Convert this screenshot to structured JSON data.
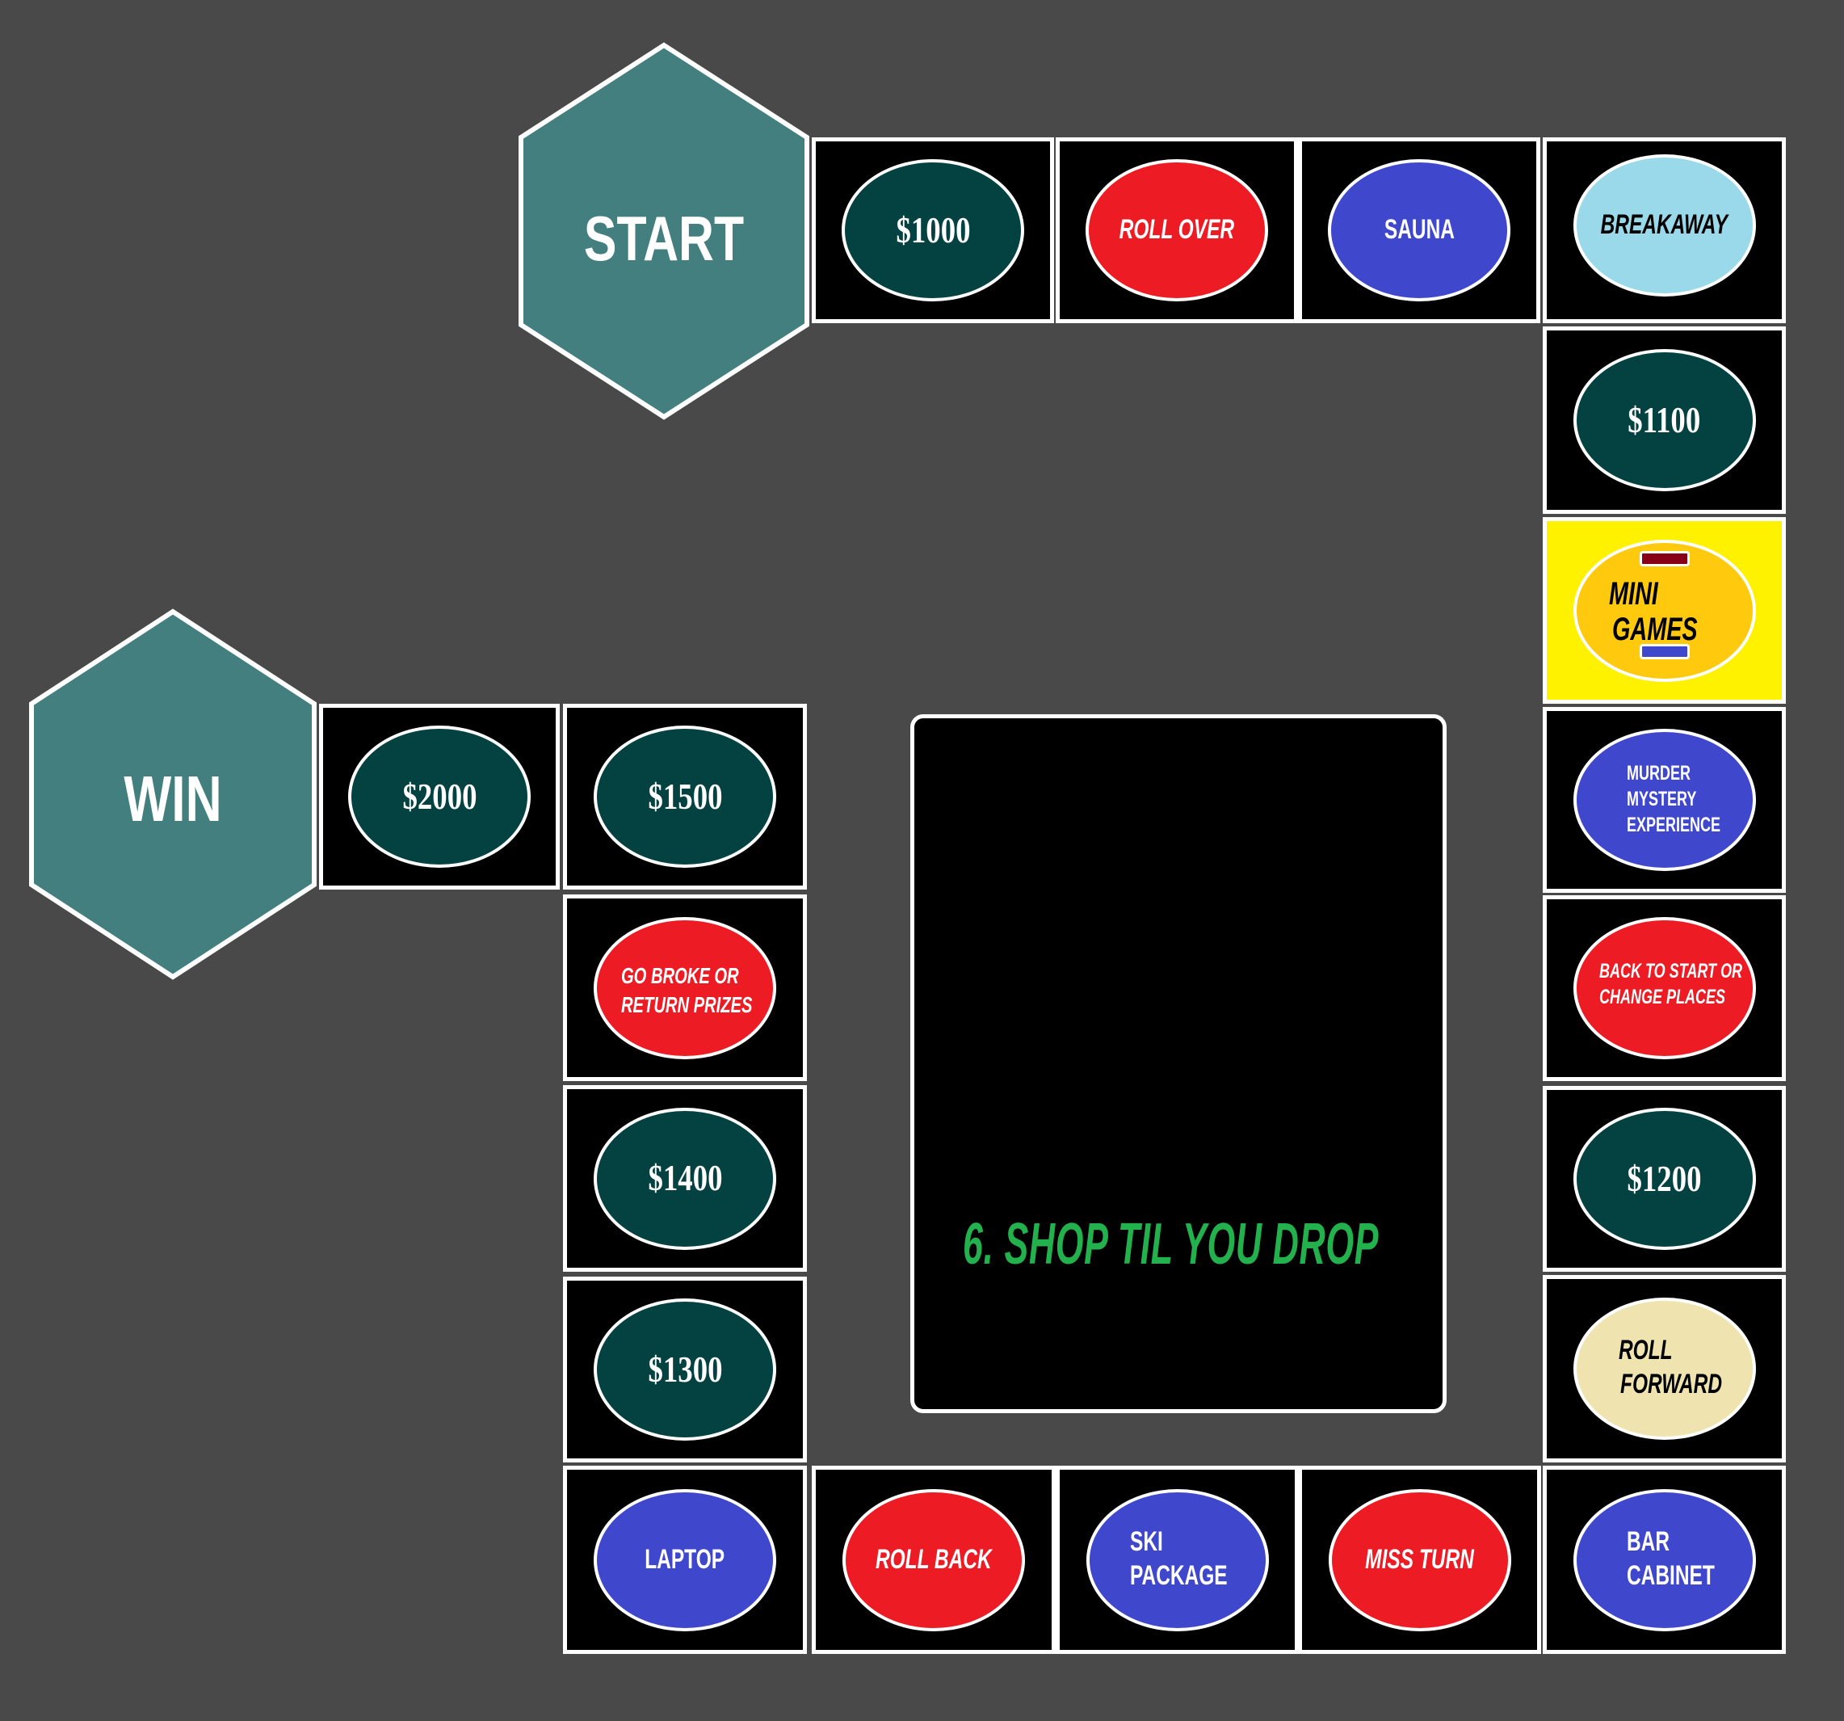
{
  "board": {
    "background": "#494949",
    "start": {
      "label": "START",
      "color": "#437f7e"
    },
    "win": {
      "label": "WIN",
      "color": "#437f7e"
    },
    "center_panel": {
      "title": "6. SHOP TIL YOU DROP",
      "title_color": "#22b14c"
    },
    "spaces": [
      {
        "id": "s1",
        "label": "$1000",
        "type": "money",
        "color": "#044242"
      },
      {
        "id": "s2",
        "label": "ROLL OVER",
        "type": "action",
        "color": "#ed1c24"
      },
      {
        "id": "s3",
        "label": "SAUNA",
        "type": "prize",
        "color": "#3f48cc"
      },
      {
        "id": "s4",
        "label": "BREAKAWAY",
        "type": "special",
        "color": "#99d9ea"
      },
      {
        "id": "s5",
        "label": "$1100",
        "type": "money",
        "color": "#044242"
      },
      {
        "id": "s6",
        "line1": "MINI",
        "line2": "GAMES",
        "type": "mini-games",
        "color": "#ffc90e",
        "tile_color": "#fff200",
        "pill_top_color": "#880015",
        "pill_bottom_color": "#3f48cc"
      },
      {
        "id": "s7",
        "line1": "MURDER",
        "line2": "MYSTERY",
        "line3": "EXPERIENCE",
        "type": "prize",
        "color": "#3f48cc"
      },
      {
        "id": "s8",
        "line1": "BACK TO START OR",
        "line2": "CHANGE PLACES",
        "type": "action",
        "color": "#ed1c24"
      },
      {
        "id": "s9",
        "label": "$1200",
        "type": "money",
        "color": "#044242"
      },
      {
        "id": "s10",
        "line1": "ROLL",
        "line2": "FORWARD",
        "type": "special",
        "color": "#efe4b0"
      },
      {
        "id": "s11",
        "line1": "BAR",
        "line2": "CABINET",
        "type": "prize",
        "color": "#3f48cc"
      },
      {
        "id": "s12",
        "label": "MISS TURN",
        "type": "action",
        "color": "#ed1c24"
      },
      {
        "id": "s13",
        "line1": "SKI",
        "line2": "PACKAGE",
        "type": "prize",
        "color": "#3f48cc"
      },
      {
        "id": "s14",
        "label": "ROLL BACK",
        "type": "action",
        "color": "#ed1c24"
      },
      {
        "id": "s15",
        "label": "LAPTOP",
        "type": "prize",
        "color": "#3f48cc"
      },
      {
        "id": "s16",
        "label": "$1300",
        "type": "money",
        "color": "#044242"
      },
      {
        "id": "s17",
        "label": "$1400",
        "type": "money",
        "color": "#044242"
      },
      {
        "id": "s18",
        "line1": "GO BROKE OR",
        "line2": "RETURN PRIZES",
        "type": "action",
        "color": "#ed1c24"
      },
      {
        "id": "s19",
        "label": "$1500",
        "type": "money",
        "color": "#044242"
      },
      {
        "id": "s20",
        "label": "$2000",
        "type": "money",
        "color": "#044242"
      }
    ]
  }
}
